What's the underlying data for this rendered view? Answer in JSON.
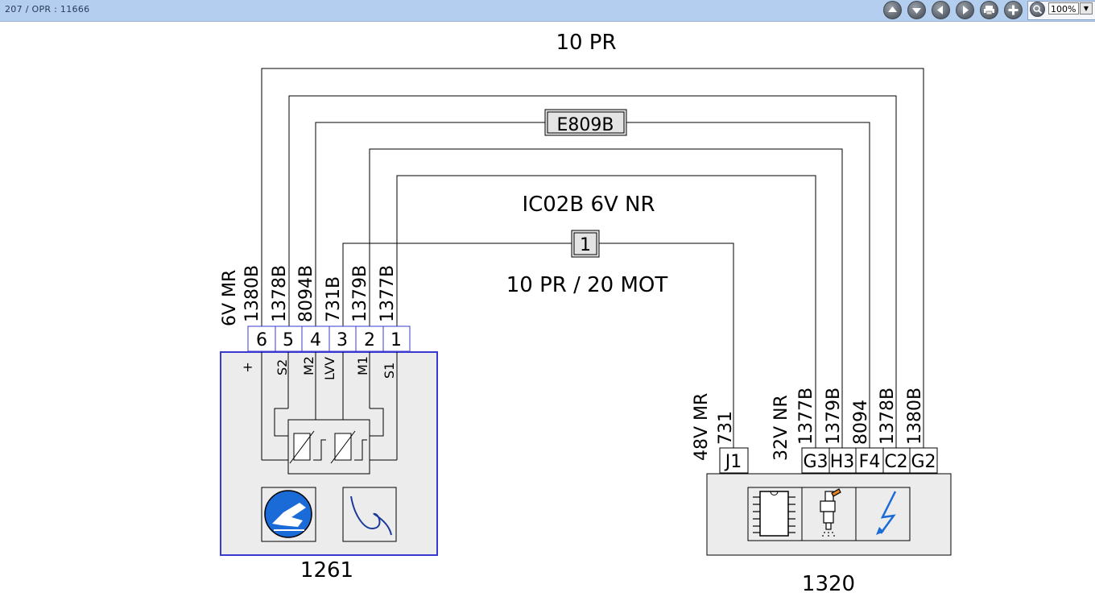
{
  "header": {
    "breadcrumb": "207  /  OPR : 11666",
    "zoom": "100%",
    "buttons": [
      "up-icon",
      "down-icon",
      "previous-icon",
      "next-icon",
      "print-icon",
      "add-icon",
      "zoom-icon"
    ]
  },
  "diagram": {
    "top_label": "10 PR",
    "connector_label": "E809B",
    "splice_label": "IC02B 6V NR",
    "splice_box": "1",
    "harness_label": "10 PR / 20 MOT",
    "left_connector": "6V MR",
    "left_wires": [
      "1380B",
      "1378B",
      "8094B",
      "731B",
      "1379B",
      "1377B"
    ],
    "left_pins": [
      "6",
      "5",
      "4",
      "3",
      "2",
      "1"
    ],
    "left_internal": [
      "+",
      "S2",
      "M2",
      "LVV",
      "M1",
      "S1"
    ],
    "left_component": "1261",
    "right_conn_a": "48V MR",
    "right_conn_a_wire": "731",
    "right_conn_b": "32V NR",
    "right_wires": [
      "1377B",
      "1379B",
      "8094",
      "1378B",
      "1380B"
    ],
    "right_pins": [
      "J1",
      "G3",
      "H3",
      "F4",
      "C2",
      "G2"
    ],
    "right_component": "1320",
    "colors": {
      "wire": "#000000",
      "box_border": "#3a3ad0",
      "fill": "#ececec",
      "icon_blue": "#1a6ad8"
    }
  }
}
